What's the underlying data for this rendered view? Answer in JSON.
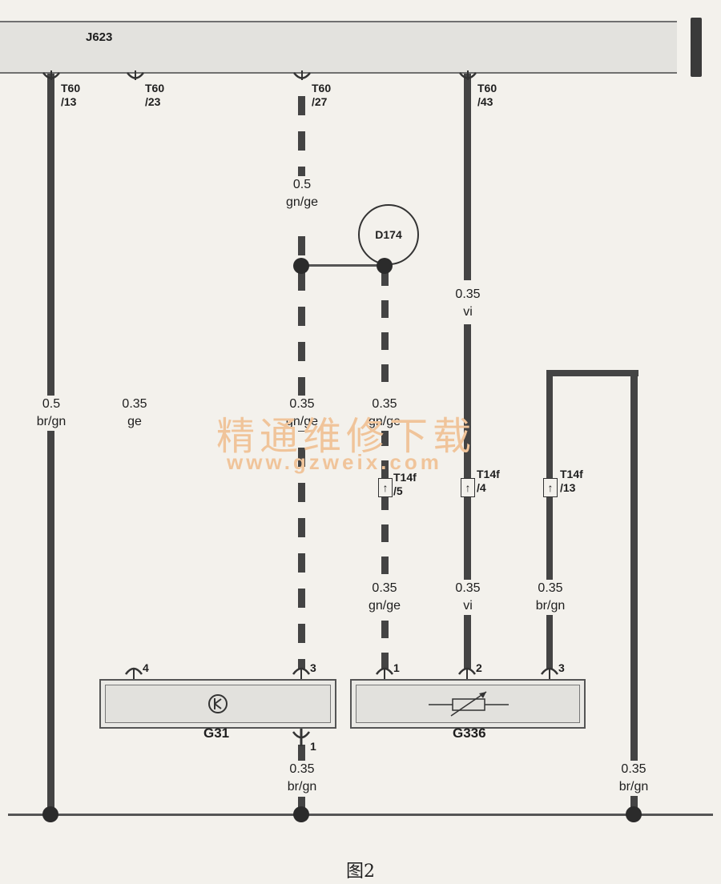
{
  "ecu": {
    "name": "J623"
  },
  "pins": [
    {
      "id": "p13",
      "t": "T60",
      "n": "/13"
    },
    {
      "id": "p23",
      "t": "T60",
      "n": "/23"
    },
    {
      "id": "p27",
      "t": "T60",
      "n": "/27"
    },
    {
      "id": "p43",
      "t": "T60",
      "n": "/43"
    }
  ],
  "wire_labels": {
    "w1": [
      "0.5",
      "br/gn"
    ],
    "w2": [
      "0.35",
      "ge"
    ],
    "w3a": [
      "0.5",
      "gn/ge"
    ],
    "w3b": [
      "0.35",
      "gn/ge"
    ],
    "w4a": [
      "0.35",
      "gn/ge"
    ],
    "w4b": [
      "0.35",
      "gn/ge"
    ],
    "w5a": [
      "0.35",
      "vi"
    ],
    "w5b": [
      "0.35",
      "vi"
    ],
    "w6": [
      "0.35",
      "br/gn"
    ],
    "w7": [
      "0.35",
      "br/gn"
    ],
    "w8": [
      "0.35",
      "br/gn"
    ]
  },
  "splice": {
    "name": "D174"
  },
  "connectors": [
    {
      "t": "T14f",
      "n": "/5"
    },
    {
      "t": "T14f",
      "n": "/4"
    },
    {
      "t": "T14f",
      "n": "/13"
    }
  ],
  "components": [
    {
      "name": "G31",
      "pins": [
        "4",
        "3",
        "1"
      ]
    },
    {
      "name": "G336",
      "pins": [
        "1",
        "2",
        "3"
      ]
    }
  ],
  "watermark": {
    "text": "精通维修下载",
    "url": "www.gzweix.com"
  },
  "caption": "图2"
}
